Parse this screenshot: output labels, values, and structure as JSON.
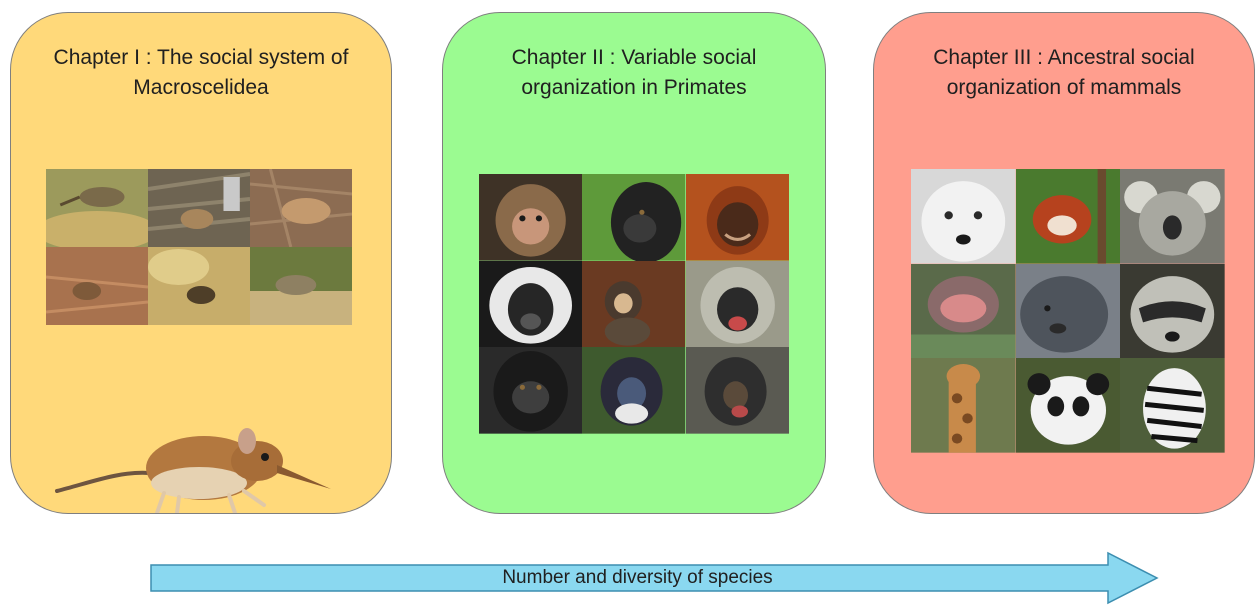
{
  "panels": [
    {
      "title_line1": "Chapter I : The social system of",
      "title_line2": "Macroscelidea",
      "color": "#ffd97a"
    },
    {
      "title_line1": "Chapter II : Variable social",
      "title_line2": "organization in Primates",
      "color": "#9bfb91"
    },
    {
      "title_line1": "Chapter III : Ancestral social",
      "title_line2": "organization of mammals",
      "color": "#ff9e8e"
    }
  ],
  "photo_grids": {
    "macroscelidea": [
      "elephant-shrew-photo",
      "elephant-shrew-photo",
      "elephant-shrew-photo",
      "elephant-shrew-photo",
      "elephant-shrew-photo",
      "elephant-shrew-photo"
    ],
    "primates": [
      "macaque-photo",
      "gorilla-photo",
      "orangutan-photo",
      "colobus-photo",
      "marmoset-photo",
      "vervet-photo",
      "gorilla-photo",
      "guenon-photo",
      "guenon-photo"
    ],
    "mammals": [
      "wolf-photo",
      "red-panda-photo",
      "koala-photo",
      "hippo-photo",
      "seal-photo",
      "raccoon-photo",
      "giraffe-photo",
      "panda-photo",
      "zebra-photo"
    ]
  },
  "arrow": {
    "label": "Number and diversity of species",
    "color": "#8ad8f0"
  }
}
